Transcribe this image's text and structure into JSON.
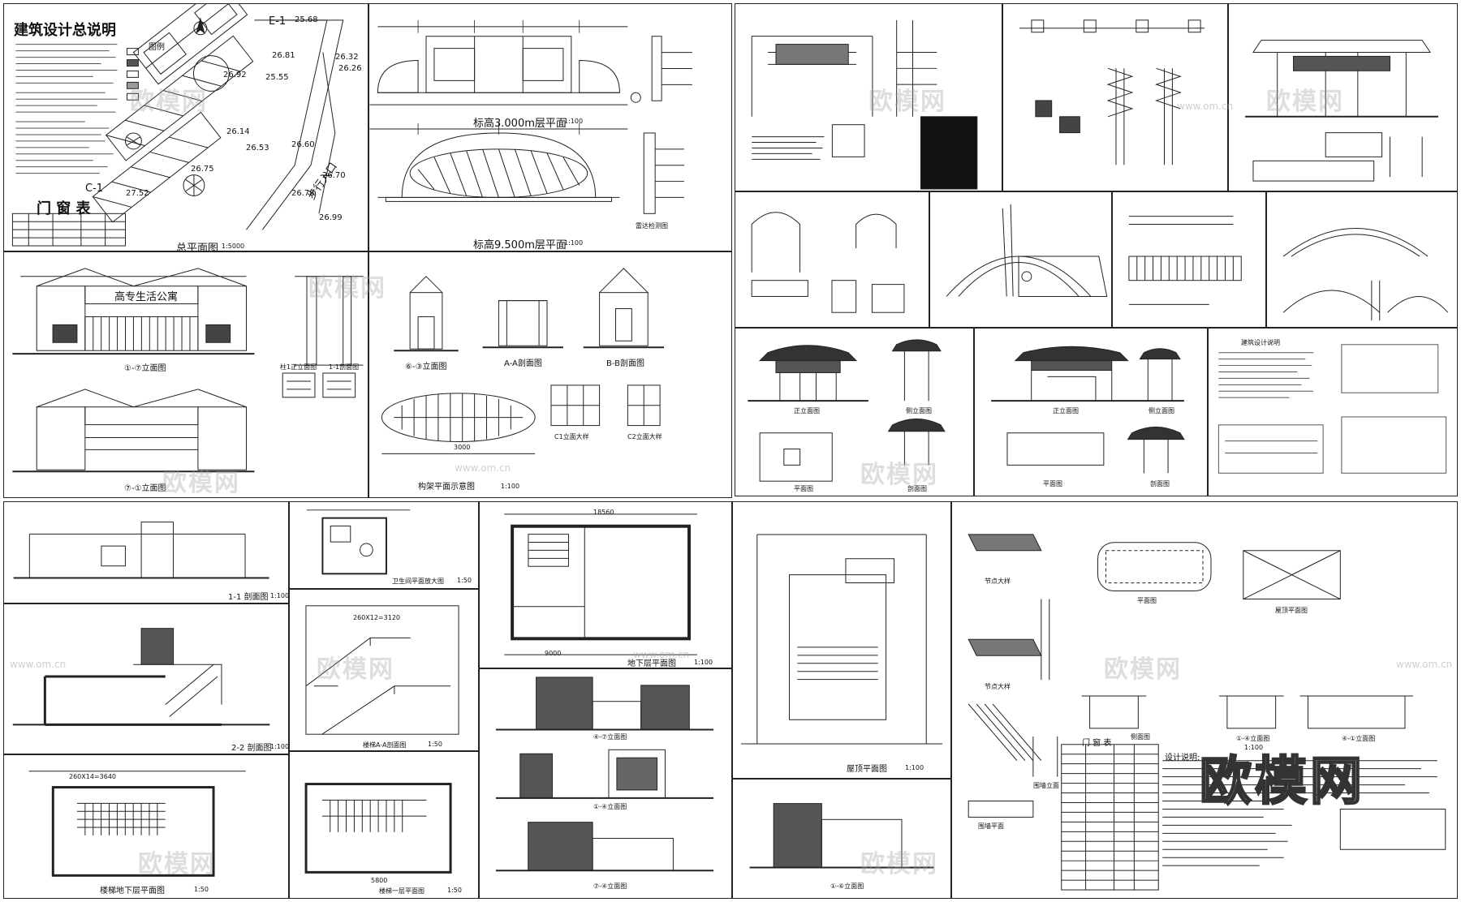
{
  "top_left": {
    "title": "建筑设计总说明",
    "legend_label": "图例",
    "door_window_title": "门  窗  表",
    "site_plan_label": "总平面图",
    "site_plan_scale": "1:5000",
    "marker_e": "E-1",
    "marker_c": "C-1",
    "road_label": "步行入口",
    "elevations": [
      "25.68",
      "26.32",
      "26.26",
      "26.81",
      "26.92",
      "25.55",
      "26.14",
      "26.60",
      "26.53",
      "26.70",
      "26.75",
      "26.78",
      "27.52",
      "26.99"
    ]
  },
  "top_mid": {
    "plan_a_label": "标高3.000m层平面",
    "plan_a_scale": "1:100",
    "plan_b_label": "标高9.500m层平面",
    "plan_b_scale": "1:100",
    "detail_label": "雷达检测图",
    "pergola_label": "构架平面示意图",
    "pergola_scale": "1:100",
    "dim_total": "3000"
  },
  "mid_left": {
    "sign_text": "高专生活公寓",
    "elev_a": "①-⑦立面图",
    "elev_b": "⑦-①立面图",
    "side_a": "⑥-③立面图",
    "side_b": "A-A剖面图",
    "side_c": "B-B剖面图",
    "col_label": "柱1正立面图",
    "sec_label": "1-1剖面图",
    "win_c1": "C1立面大样",
    "win_c2": "C2立面大样"
  },
  "right_top": {
    "notes_title": "建筑设计说明",
    "front_elev": "正立面图",
    "side_elev": "侧立面图",
    "plan": "平面图",
    "section": "剖面图",
    "plan_label": "平面图"
  },
  "bottom_left": {
    "sec11": "1-1 剖面图",
    "sec11_scale": "1:100",
    "sec22": "2-2 剖面图",
    "sec22_scale": "1:100",
    "toilet": "卫生间平面放大图",
    "toilet_scale": "1:50",
    "stair_sec": "楼梯A-A剖面图",
    "stair_sec_scale": "1:50",
    "stair_b1": "楼梯地下层平面图",
    "stair_b1_scale": "1:50",
    "stair_1f": "楼梯一层平面图",
    "stair_1f_scale": "1:50",
    "dim_stair": "260X14=3640",
    "dim_stair2": "260X12=3120",
    "dim_5800": "5800"
  },
  "bottom_mid": {
    "basement": "地下层平面图",
    "basement_scale": "1:100",
    "elev_1": "④-⑦立面图",
    "elev_2": "①-④立面图",
    "elev_3": "⑦-④立面图",
    "roof": "屋顶平面图",
    "roof_scale": "1:100",
    "elev_4": "①-⑥立面图",
    "dim_18560": "18560",
    "dim_9000": "9000"
  },
  "bottom_right": {
    "node2": "节点大样",
    "node3": "节点大样",
    "plan": "平面图",
    "roof_plan": "屋顶平面图",
    "side": "侧面图",
    "gate_plan": "围墙平面",
    "gate_elev": "围墙立面",
    "doors": "门 窗 表",
    "design_notes": "设计说明:",
    "elev_a": "①-④立面图",
    "elev_b": "④-①立面图",
    "scale": "1:100"
  },
  "watermark": {
    "brand": "欧模网",
    "url": "www.om.cn"
  }
}
